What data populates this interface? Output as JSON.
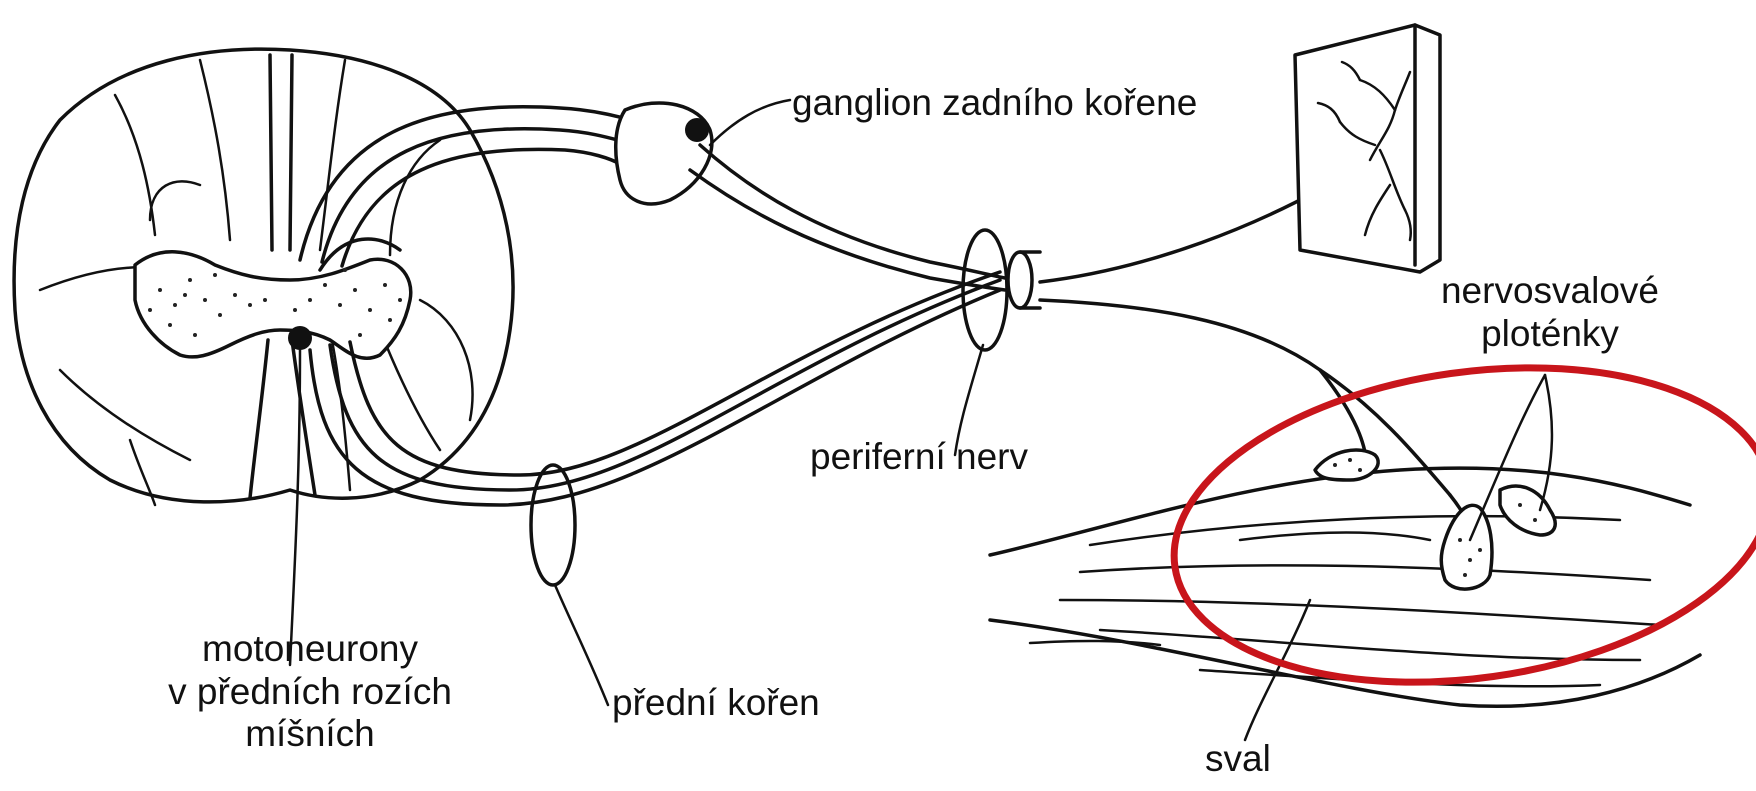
{
  "labels": {
    "ganglion": "ganglion zadního kořene",
    "nervosvalove_line1": "nervosvalové",
    "nervosvalove_line2": "ploténky",
    "periferni_nerv": "periferní nerv",
    "motoneurony_line1": "motoneurony",
    "motoneurony_line2": "v předních rozích",
    "motoneurony_line3": "míšních",
    "predni_koren": "přední kořen",
    "sval": "sval"
  },
  "colors": {
    "ink": "#111111",
    "highlight": "#c8151b",
    "background": "#ffffff"
  }
}
